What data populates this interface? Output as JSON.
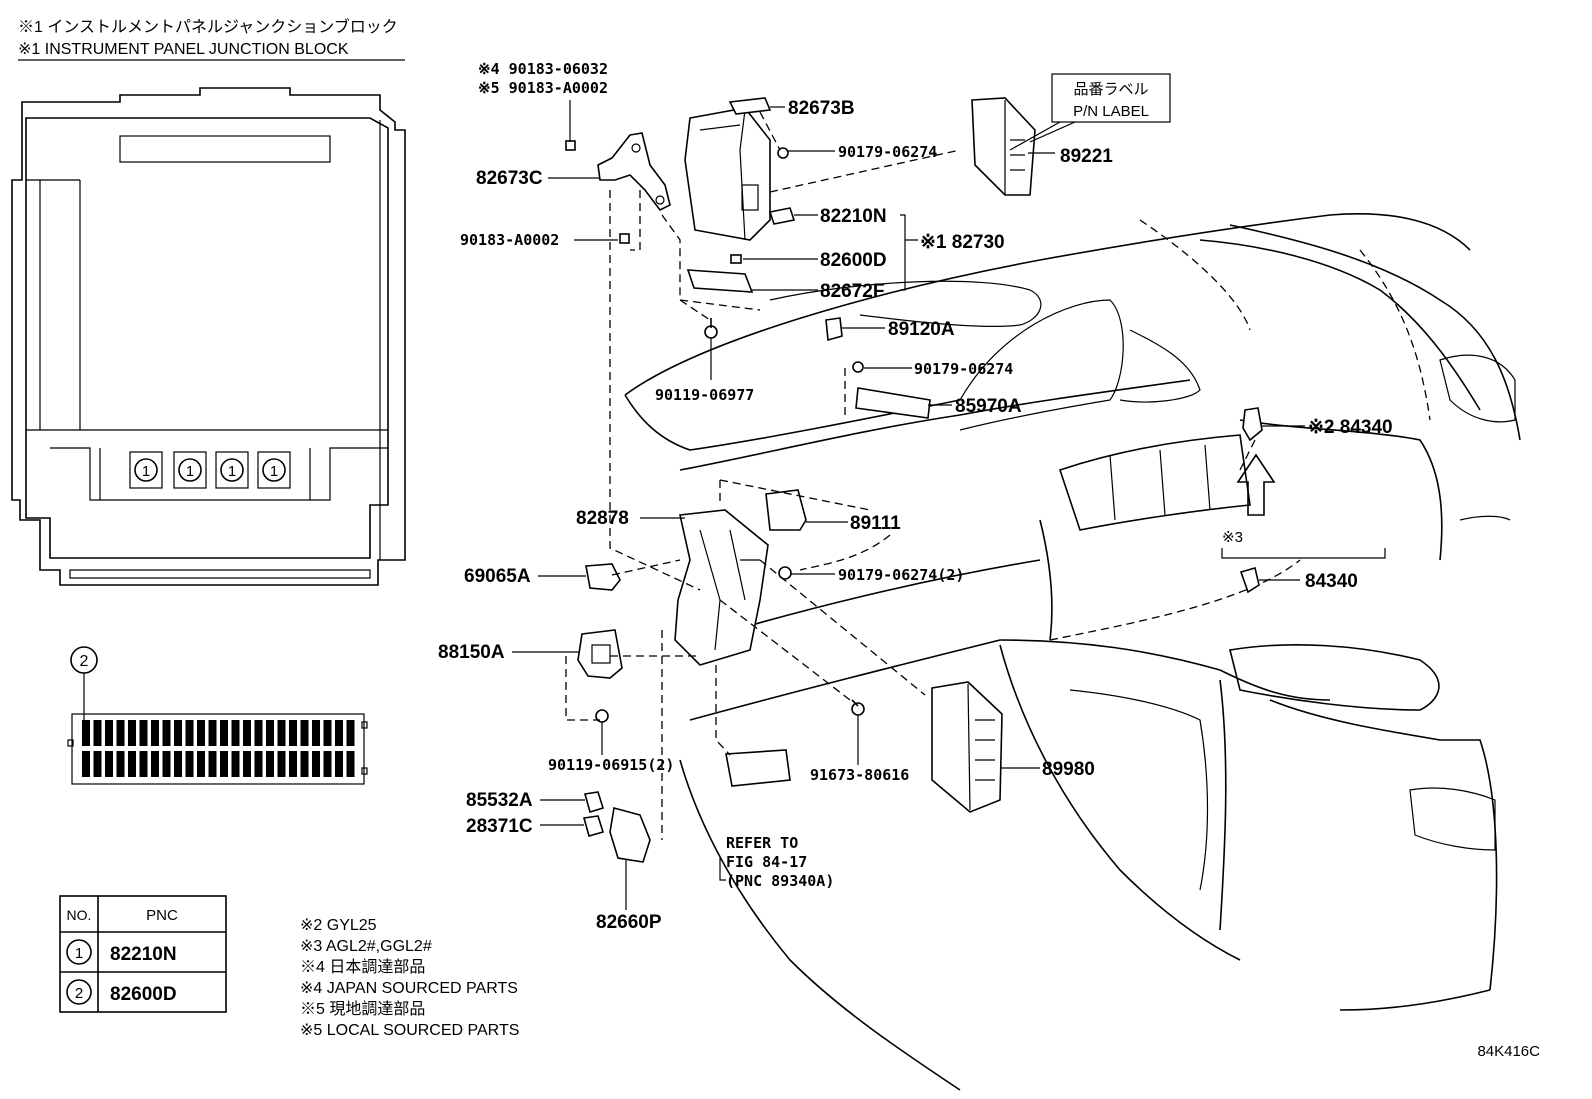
{
  "header": {
    "title_jp": "※1 インストルメントパネルジャンクションブロック",
    "title_en": "※1 INSTRUMENT PANEL JUNCTION BLOCK"
  },
  "parts": {
    "p90183_06032": "※4 90183-06032",
    "p90183_A0002_local": "※5 90183-A0002",
    "p82673B": "82673B",
    "p90179_06274_a": "90179-06274",
    "p89221": "89221",
    "pn_label_jp": "品番ラベル",
    "pn_label_en": "P/N LABEL",
    "p82673C": "82673C",
    "p82210N": "82210N",
    "p82730": "※1 82730",
    "p90183_A0002": "90183-A0002",
    "p82600D": "82600D",
    "p82672F": "82672F",
    "p89120A": "89120A",
    "p90119_06977": "90119-06977",
    "p90179_06274_b": "90179-06274",
    "p85970A": "85970A",
    "p84340_a": "※2 84340",
    "p82878": "82878",
    "p89111": "89111",
    "p69065A": "69065A",
    "p90179_06274_2": "90179-06274(2)",
    "star3": "※3",
    "p84340_b": "84340",
    "p88150A": "88150A",
    "p90119_06915_2": "90119-06915(2)",
    "p91673_80616": "91673-80616",
    "p89980": "89980",
    "p85532A": "85532A",
    "p28371C": "28371C",
    "refer_1": "REFER TO",
    "refer_2": "FIG 84-17",
    "refer_3": "(PNC 89340A)",
    "p82660P": "82660P"
  },
  "callouts": {
    "one": "1",
    "two": "2"
  },
  "pnc_table": {
    "headers": [
      "NO.",
      "PNC"
    ],
    "rows": [
      {
        "no": "1",
        "pnc": "82210N"
      },
      {
        "no": "2",
        "pnc": "82600D"
      }
    ]
  },
  "notes": [
    "※2 GYL25",
    "※3 AGL2#,GGL2#",
    "※4 日本調達部品",
    "※4 JAPAN SOURCED PARTS",
    "※5 現地調達部品",
    "※5 LOCAL SOURCED PARTS"
  ],
  "figure_code": "84K416C"
}
